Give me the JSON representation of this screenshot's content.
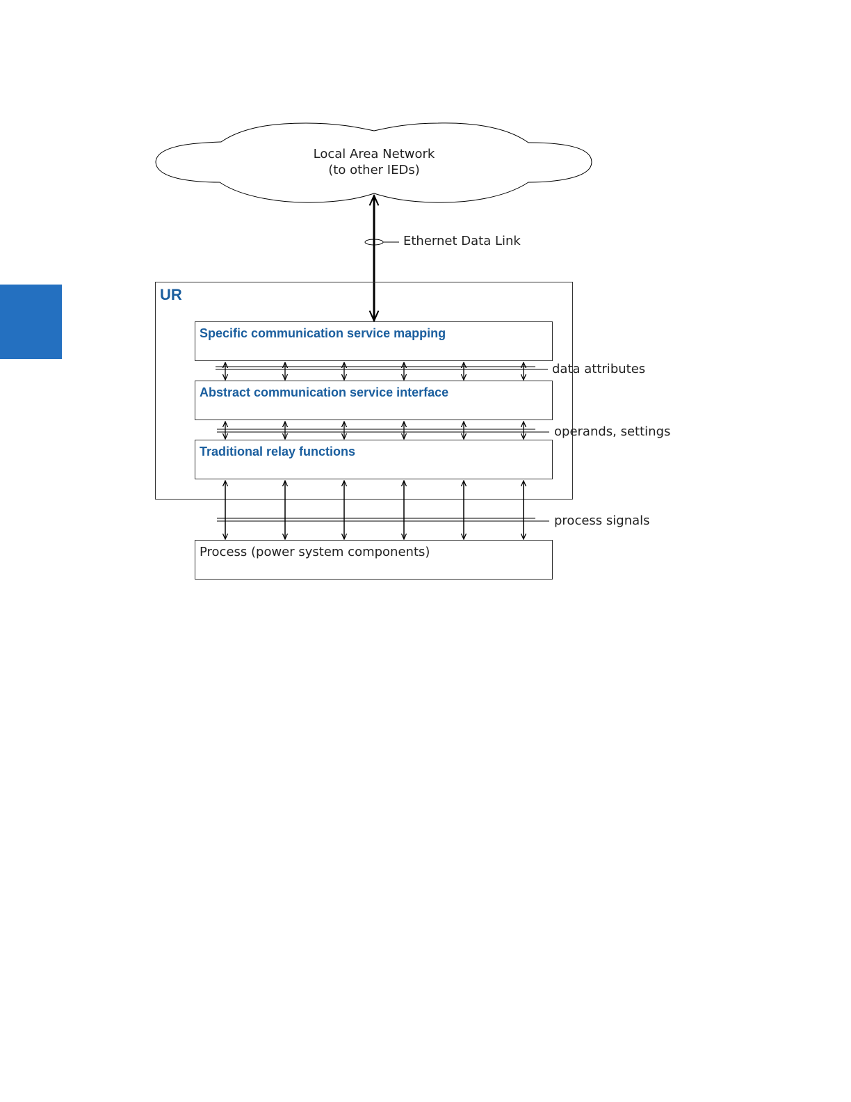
{
  "colors": {
    "accent": "#2470c0",
    "label_blue": "#1a5e9e",
    "line": "#000000",
    "box_border": "#333333"
  },
  "network": {
    "line1": "Local Area Network",
    "line2": "(to other IEDs)"
  },
  "link": {
    "label": "Ethernet Data Link"
  },
  "device": {
    "label": "UR"
  },
  "layers": [
    {
      "label": "Specific communication service mapping"
    },
    {
      "label": "Abstract communication service interface"
    },
    {
      "label": "Traditional relay functions"
    }
  ],
  "process": {
    "label": "Process (power system components)"
  },
  "buses": [
    {
      "label": "data attributes"
    },
    {
      "label": "operands, settings"
    },
    {
      "label": "process signals"
    }
  ]
}
